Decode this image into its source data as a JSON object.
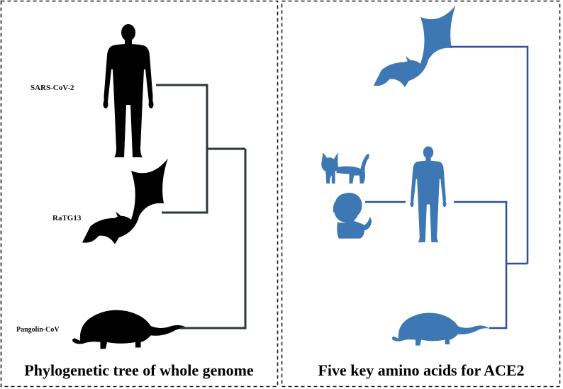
{
  "left_panel": {
    "caption": "Phylogenetic tree of whole genome",
    "taxa": {
      "human": "SARS-CoV-2",
      "bat": "RaTG13",
      "pangolin": "Pangolin-CoV"
    },
    "silhouette_color": "#000000",
    "branch_color": "#2d3640"
  },
  "right_panel": {
    "caption": "Five key amino acids for ACE2",
    "silhouette_color": "#3d78b4",
    "branch_color": "#2f4d9e"
  },
  "frame_color": "#1a1a1a"
}
